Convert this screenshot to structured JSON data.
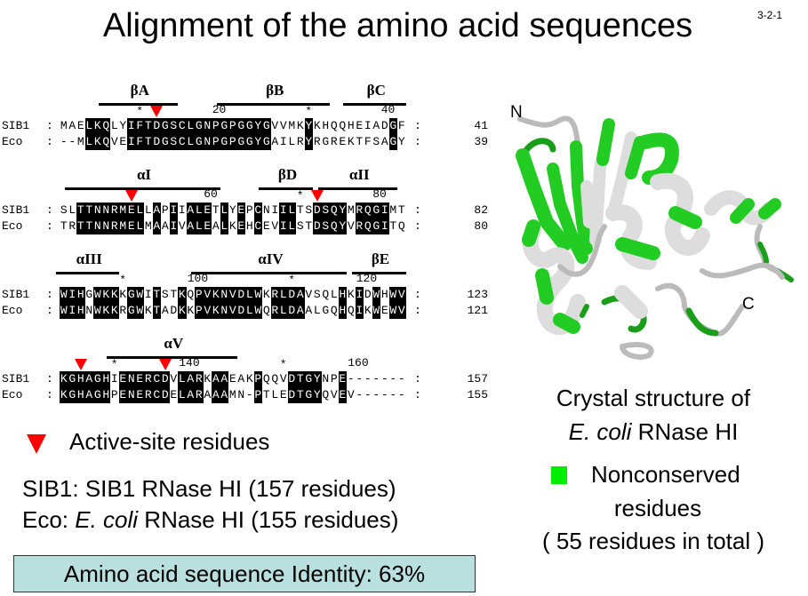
{
  "title": "Alignment of the amino acid sequences",
  "slide_number": "3-2-1",
  "alignment": {
    "names": [
      "SIB1",
      "Eco"
    ],
    "blocks": [
      {
        "seqs": [
          "MAELKQLYIFTDGSCLGNPGPGGYGVVMKYKHQQHEIADGF",
          "--MLKQVEIFTDGSCLGNPGPGGYGAILRYRGREKTFSAGY"
        ],
        "ends": [
          "41",
          "39"
        ],
        "secondary": [
          {
            "label": "βA",
            "start": 6,
            "end": 14
          },
          {
            "label": "βB",
            "start": 20,
            "end": 32
          },
          {
            "label": "βC",
            "start": 35,
            "end": 41
          }
        ],
        "ruler": [
          {
            "text": "*",
            "col": 10
          },
          {
            "text": "20",
            "col": 20
          },
          {
            "text": "*",
            "col": 30
          },
          {
            "text": "40",
            "col": 40
          }
        ],
        "active_site_cols": [
          12
        ]
      },
      {
        "seqs": [
          "SLTTNNRMELLAPIIALETLYEPCNIILTSDSQYMRQGIMT",
          "TRTTNNRMELMAAIVALEALKEHCEVILSTDSQYVRQGITQ"
        ],
        "ends": [
          "82",
          "80"
        ],
        "secondary": [
          {
            "label": "αI",
            "start": 2,
            "end": 19
          },
          {
            "label": "βD",
            "start": 25,
            "end": 30
          },
          {
            "label": "αII",
            "start": 32,
            "end": 40
          }
        ],
        "ruler": [
          {
            "text": "60",
            "col": 19
          },
          {
            "text": "*",
            "col": 29
          },
          {
            "text": "80",
            "col": 39
          }
        ],
        "active_site_cols": [
          9,
          31
        ]
      },
      {
        "seqs": [
          "WIHGWKKKGWITSTKQPVKNVDLWKRLDAVSQLHKIDWHWV",
          "WIHNWKKRGWKTADKKPVKNVDLWQRLDAALGQHQIKWEWV"
        ],
        "ends": [
          "123",
          "121"
        ],
        "secondary": [
          {
            "label": "αIII",
            "start": 1,
            "end": 7
          },
          {
            "label": "αIV",
            "start": 17,
            "end": 34
          },
          {
            "label": "βE",
            "start": 36,
            "end": 41
          }
        ],
        "ruler": [
          {
            "text": "*",
            "col": 8
          },
          {
            "text": "100",
            "col": 18
          },
          {
            "text": "*",
            "col": 28
          },
          {
            "text": "120",
            "col": 38
          }
        ],
        "active_site_cols": []
      },
      {
        "seqs": [
          "KGHAGHIENERCDVLARKAAEAKPQQVDTGYNPE-------",
          "KGHAGHPENERCDELARAAAMN-PTLEDTGYQVEV------"
        ],
        "ends": [
          "157",
          "155"
        ],
        "secondary": [
          {
            "label": "αV",
            "start": 7,
            "end": 21
          }
        ],
        "ruler": [
          {
            "text": "*",
            "col": 7
          },
          {
            "text": "140",
            "col": 17
          },
          {
            "text": "*",
            "col": 27
          },
          {
            "text": "160",
            "col": 37
          }
        ],
        "active_site_cols": [
          3,
          13
        ]
      }
    ]
  },
  "legend": {
    "active_site": "Active-site residues",
    "sib1_prefix": "SIB1: SIB1 RNase HI (157 residues)",
    "eco_prefix": "Eco: ",
    "eco_italic": "E. coli",
    "eco_suffix": " RNase HI (155 residues)"
  },
  "identity": "Amino acid sequence Identity: 63%",
  "structure": {
    "n_label": "N",
    "c_label": "C",
    "caption_line1": "Crystal structure of",
    "caption_italic": "E. coli",
    "caption_rest": " RNase HI",
    "nonconserved": "Nonconserved",
    "nonconserved_line2": "residues",
    "total": "( 55 residues in total )"
  },
  "colors": {
    "active_site": "#ff0000",
    "nonconserved": "#00dd00",
    "identity_box": "#b9dfdf"
  }
}
